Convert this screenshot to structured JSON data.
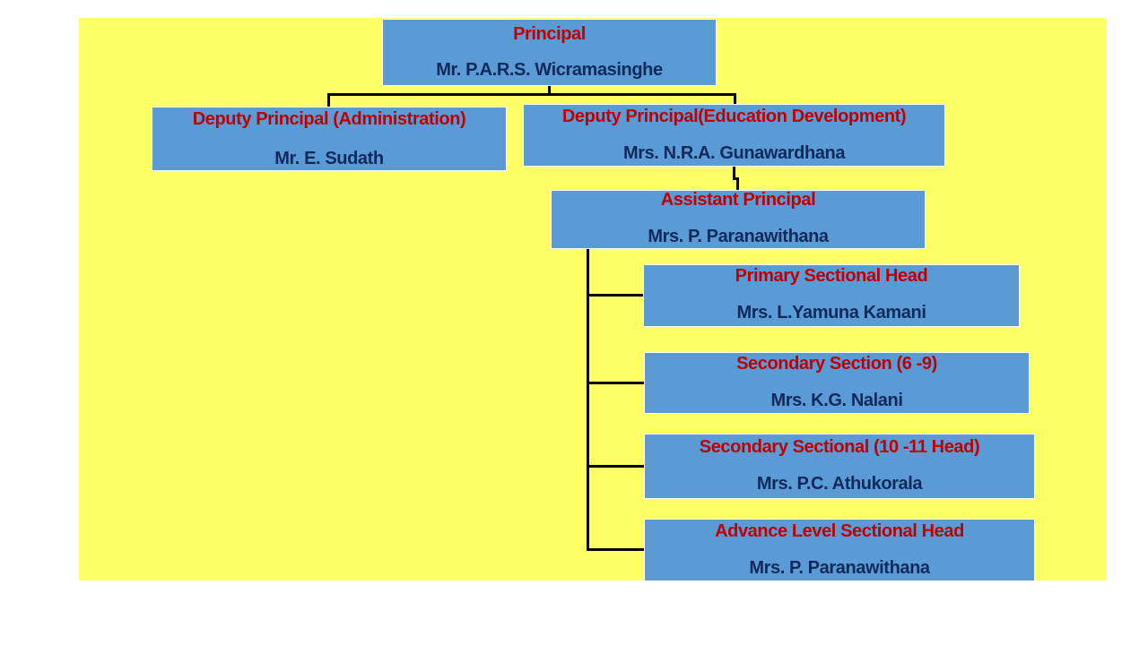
{
  "colors": {
    "background": "#FFFF66",
    "box": "#5B9BD5",
    "title": "#C00000",
    "name": "#0E2A5C",
    "connector": "#000000"
  },
  "principal": {
    "title": "Principal",
    "name": "Mr. P.A.R.S. Wicramasinghe"
  },
  "deputy_admin": {
    "title": "Deputy Principal  (Administration)",
    "name": "Mr. E. Sudath"
  },
  "deputy_edu": {
    "title": "Deputy Principal(Education Development)",
    "name": "Mrs. N.R.A. Gunawardhana"
  },
  "assistant": {
    "title": "Assistant Principal",
    "name": "Mrs. P. Paranawithana"
  },
  "sections": [
    {
      "title": "Primary Sectional Head",
      "name": "Mrs. L.Yamuna Kamani"
    },
    {
      "title": "Secondary  Section (6 -9)",
      "name": "Mrs. K.G. Nalani"
    },
    {
      "title": "Secondary Sectional (10 -11 Head)",
      "name": "Mrs. P.C. Athukorala"
    },
    {
      "title": "Advance Level  Sectional Head",
      "name": "Mrs. P. Paranawithana"
    }
  ]
}
